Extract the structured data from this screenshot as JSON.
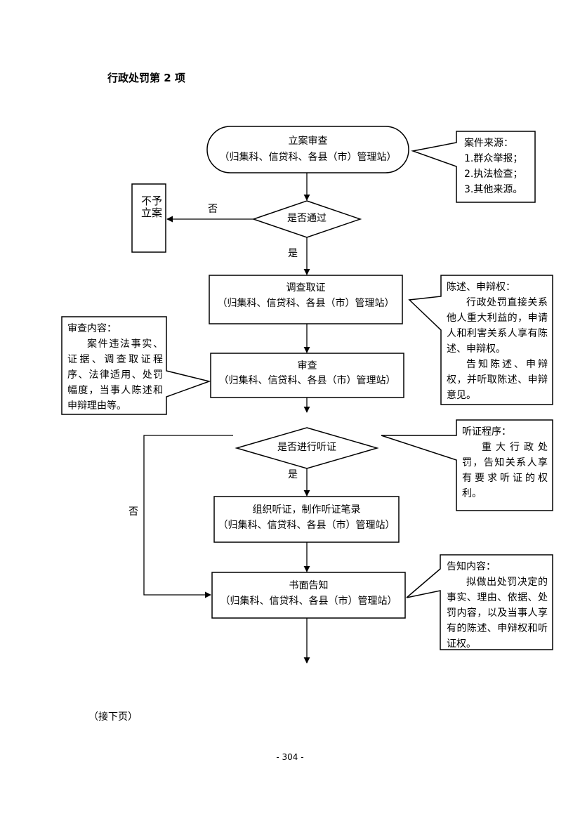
{
  "title": "行政处罚第 2 项",
  "nodes": {
    "register": {
      "line1": "立案审查",
      "line2": "（归集科、信贷科、各县（市）管理站）"
    },
    "pass_decision": {
      "label": "是否通过"
    },
    "no_register": {
      "label": "不予立案"
    },
    "investigate": {
      "line1": "调查取证",
      "line2": "（归集科、信贷科、各县（市）管理站）"
    },
    "review": {
      "line1": "审查",
      "line2": "（归集科、信贷科、各县（市）管理站）"
    },
    "hearing_decision": {
      "label": "是否进行听证"
    },
    "hearing": {
      "line1": "组织听证，制作听证笔录",
      "line2": "（归集科、信贷科、各县（市）管理站）"
    },
    "notice": {
      "line1": "书面告知",
      "line2": "（归集科、信贷科、各县（市）管理站）"
    }
  },
  "edge_labels": {
    "pass_no": "否",
    "pass_yes": "是",
    "hearing_yes": "是",
    "hearing_no": "否"
  },
  "notes": {
    "case_source": {
      "title": "案件来源：",
      "lines": [
        "1.群众举报；",
        "2.执法检查；",
        "3.其他来源。"
      ]
    },
    "statement_right": {
      "title": "陈述、申辩权：",
      "paragraphs": [
        "行政处罚直接关系他人重大利益的，申请人和利害关系人享有陈述、申辩权。",
        "告知陈述、申辩权，并听取陈述、申辩意见。"
      ]
    },
    "review_content": {
      "title": "审查内容：",
      "paragraphs": [
        "案件违法事实、证据、调查取证程序、法律适用、处罚幅度，当事人陈述和申辩理由等。"
      ]
    },
    "hearing_procedure": {
      "title": "听证程序：",
      "paragraphs": [
        "重大行政处罚，告知关系人享有要求听证的权利。"
      ]
    },
    "notice_content": {
      "title": "告知内容：",
      "paragraphs": [
        "拟做出处罚决定的事实、理由、依据、处罚内容，以及当事人享有的陈述、申辩权和听证权。"
      ]
    }
  },
  "continued": "（接下页）",
  "page_number": "- 304 -"
}
